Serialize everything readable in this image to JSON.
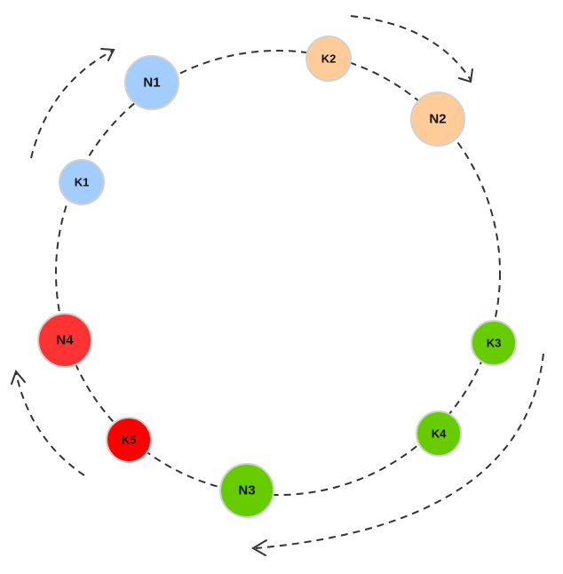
{
  "nodes": [
    {
      "id": "n1",
      "label": "N1",
      "color": "#a3cdfd",
      "type": "node"
    },
    {
      "id": "k1",
      "label": "K1",
      "color": "#a3cdfd",
      "type": "key"
    },
    {
      "id": "k2",
      "label": "K2",
      "color": "#ffcc99",
      "type": "key"
    },
    {
      "id": "n2",
      "label": "N2",
      "color": "#ffcc99",
      "type": "node"
    },
    {
      "id": "k3",
      "label": "K3",
      "color": "#66cc00",
      "type": "key"
    },
    {
      "id": "k4",
      "label": "K4",
      "color": "#66cc00",
      "type": "key"
    },
    {
      "id": "n3",
      "label": "N3",
      "color": "#66cc00",
      "type": "node"
    },
    {
      "id": "k5",
      "label": "K5",
      "color": "#ff0000",
      "type": "key"
    },
    {
      "id": "n4",
      "label": "N4",
      "color": "#ff3333",
      "type": "node"
    }
  ],
  "colors": {
    "ring": "#333333",
    "arrow": "#333333",
    "node_border": "#d0d0d0"
  }
}
